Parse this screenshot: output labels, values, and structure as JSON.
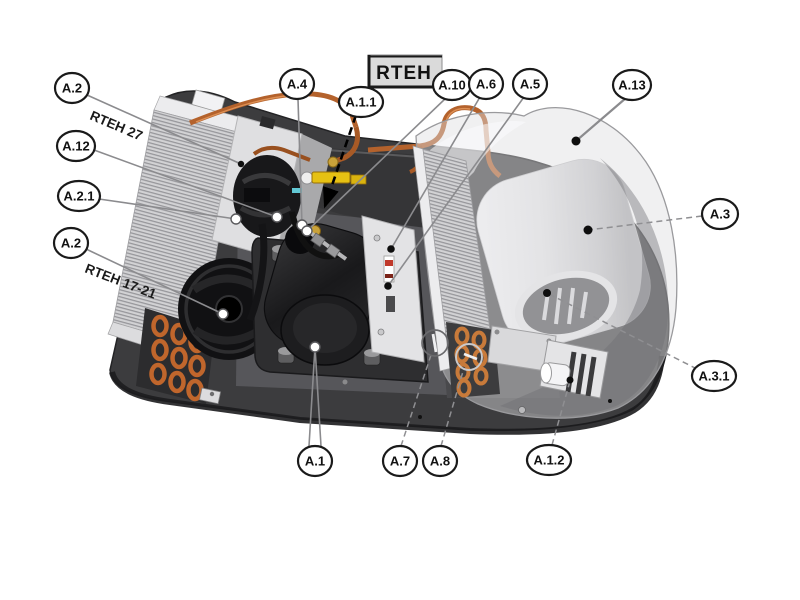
{
  "figure": {
    "type": "exploded-parts-diagram",
    "product_label": "RTEH",
    "subject": "rooftop air-conditioning unit, internal components with part callouts"
  },
  "annotations": [
    {
      "text": "RTEH 27"
    },
    {
      "text": "RTEH 17-21"
    }
  ],
  "callouts": [
    {
      "label": "A.2",
      "note": "RTEH 27"
    },
    {
      "label": "A.12",
      "note": ""
    },
    {
      "label": "A.2.1",
      "note": ""
    },
    {
      "label": "A.2",
      "note": "RTEH 17-21"
    },
    {
      "label": "A.4",
      "note": ""
    },
    {
      "label": "A.1.1",
      "note": "hidden part, dashed arrow leader"
    },
    {
      "label": "A.10",
      "note": ""
    },
    {
      "label": "A.6",
      "note": ""
    },
    {
      "label": "A.5",
      "note": ""
    },
    {
      "label": "A.13",
      "note": ""
    },
    {
      "label": "A.3",
      "note": ""
    },
    {
      "label": "A.3.1",
      "note": ""
    },
    {
      "label": "A.1",
      "note": ""
    },
    {
      "label": "A.7",
      "note": "ringed target"
    },
    {
      "label": "A.8",
      "note": "ringed target"
    },
    {
      "label": "A.1.2",
      "note": ""
    }
  ],
  "colors": {
    "background": "#ffffff",
    "tray_dark": "#3c3c3e",
    "coil_fins": "#d2d2d4",
    "copper": "#b4622c",
    "valve_yellow": "#e6c113",
    "fan_black": "#131315",
    "cover_translucent": "#dededf",
    "blower_white": "#f0f0f2",
    "callout_stroke": "#1a1a1a"
  }
}
